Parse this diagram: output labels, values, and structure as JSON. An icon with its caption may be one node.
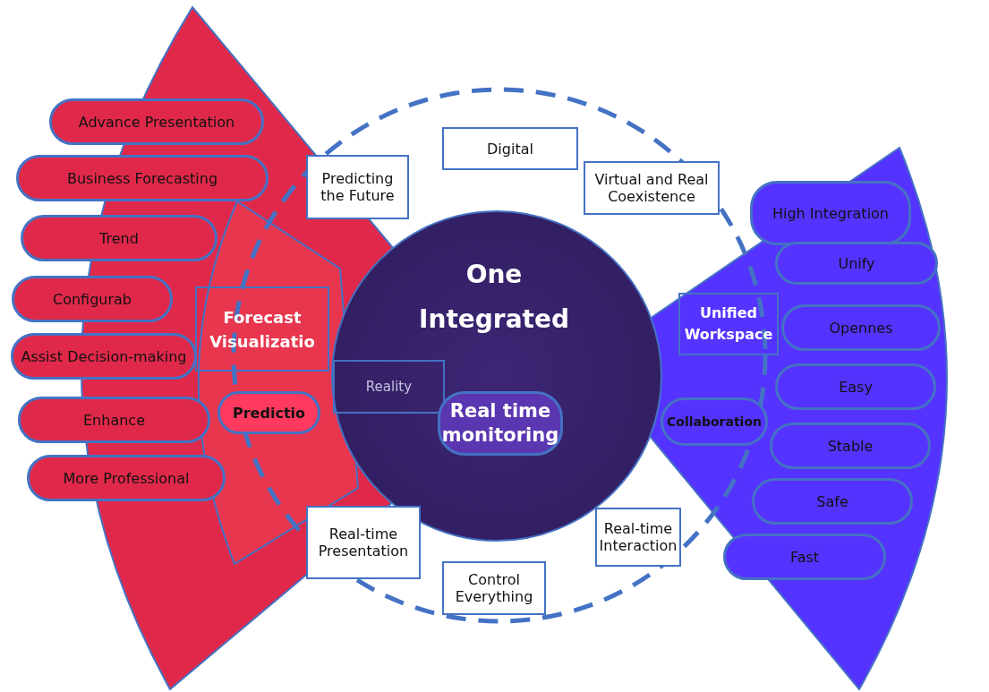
{
  "diagram": {
    "nodes": [
      {
        "text": [
          "Advance Presentation"
        ]
      },
      {
        "text": [
          "Business Forecasting"
        ]
      },
      {
        "text": [
          "Trend"
        ]
      },
      {
        "text": [
          "Configurab"
        ]
      },
      {
        "text": [
          "Assist Decision-making"
        ]
      },
      {
        "text": [
          "Enhance"
        ]
      },
      {
        "text": [
          "More Professional"
        ]
      },
      {
        "text": [
          "Forecast Visualizatio"
        ]
      },
      {
        "text": [
          "Predictio"
        ]
      },
      {
        "text": [
          "Predicting the Future"
        ]
      },
      {
        "text": [
          "Digital"
        ]
      },
      {
        "text": [
          "Virtual and Real Coexistence"
        ]
      },
      {
        "text": [
          "One Integrated"
        ]
      },
      {
        "text": [
          "Reality"
        ],
        "in": 12
      },
      {
        "text": [
          "Real time monitoring"
        ],
        "in": 12
      },
      {
        "text": [
          "Real-time Presentation"
        ]
      },
      {
        "text": [
          "Control Everything"
        ]
      },
      {
        "text": [
          "Real-time Interaction"
        ]
      },
      {
        "text": [
          "Unified Workspace"
        ]
      },
      {
        "text": [
          "Collaboration"
        ]
      },
      {
        "text": [
          "High Integration"
        ]
      },
      {
        "text": [
          "Unify"
        ]
      },
      {
        "text": [
          "Opennes"
        ]
      },
      {
        "text": [
          "Easy"
        ]
      },
      {
        "text": [
          "Stable"
        ]
      },
      {
        "text": [
          "Safe"
        ]
      },
      {
        "text": [
          "Fast"
        ]
      }
    ],
    "edges": []
  }
}
